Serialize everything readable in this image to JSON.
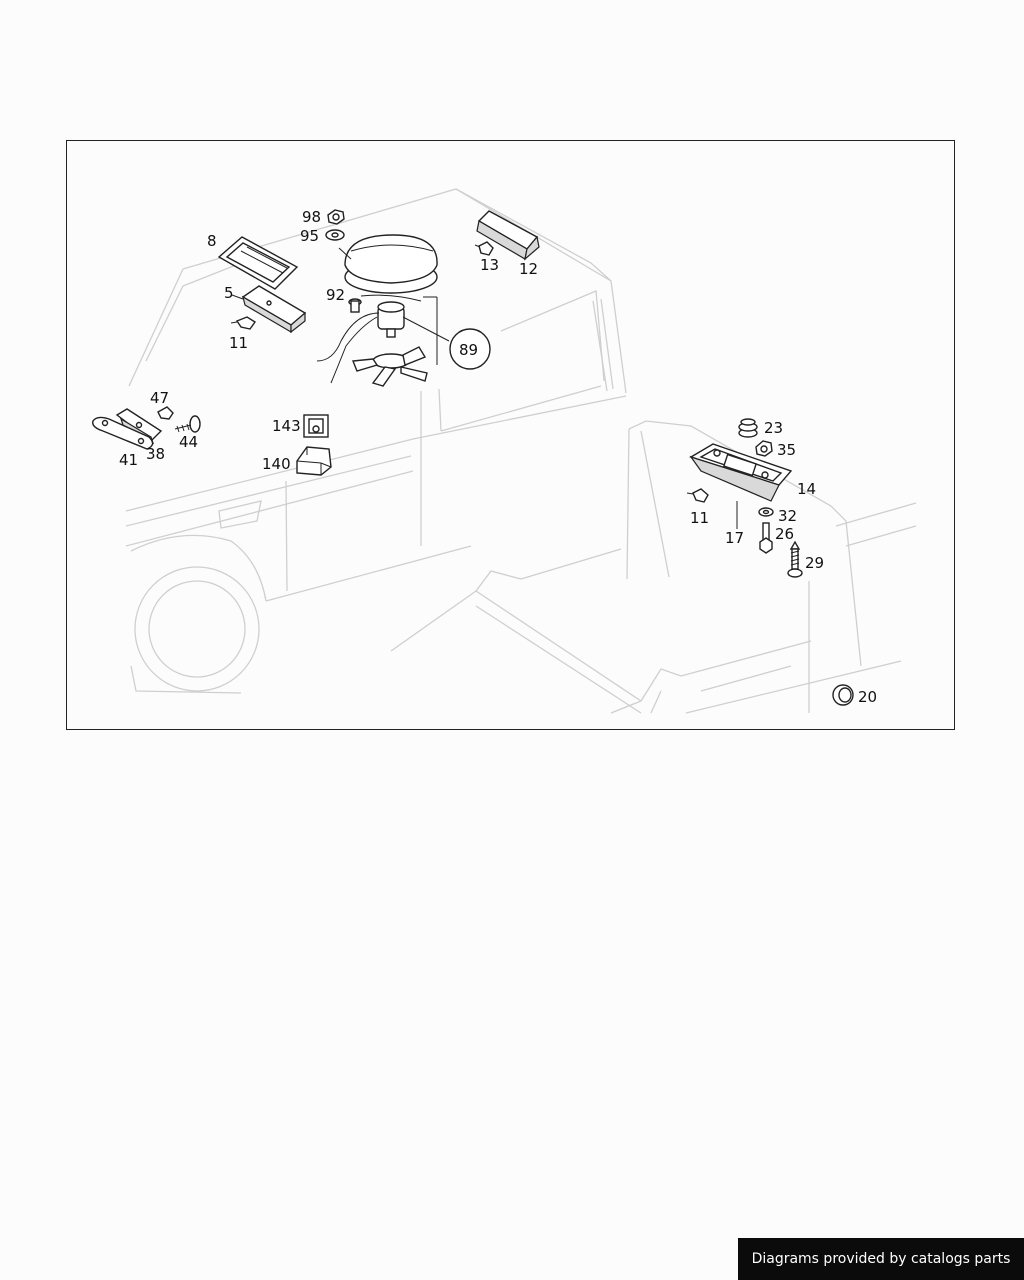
{
  "diagram": {
    "labels": {
      "p98": "98",
      "p95": "95",
      "p8": "8",
      "p5": "5",
      "p11a": "11",
      "p92": "92",
      "p13": "13",
      "p12": "12",
      "p89": "89",
      "p47": "47",
      "p44": "44",
      "p41": "41",
      "p38": "38",
      "p143": "143",
      "p140": "140",
      "p23": "23",
      "p35": "35",
      "p14": "14",
      "p11b": "11",
      "p17": "17",
      "p32": "32",
      "p26": "26",
      "p29": "29",
      "p20": "20"
    }
  },
  "footer": {
    "credit": "Diagrams provided by catalogs parts"
  }
}
